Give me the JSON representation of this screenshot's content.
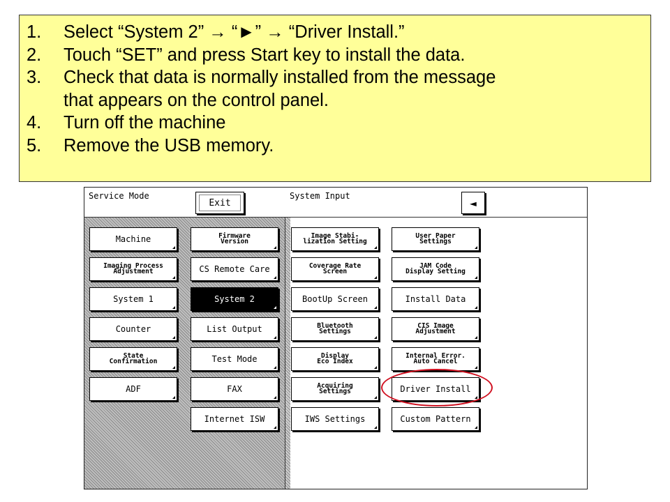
{
  "instructions": [
    {
      "num": "1.",
      "text": "Select “System 2” → “►” → “Driver Install.”"
    },
    {
      "num": "2.",
      "text": "Touch “SET” and press Start key to install the data."
    },
    {
      "num": "3.",
      "text": "Check that data is normally installed from the message"
    },
    {
      "num": "",
      "text": "that appears on the control panel."
    },
    {
      "num": "4.",
      "text": "Turn off the machine"
    },
    {
      "num": "5.",
      "text": "Remove the USB memory."
    }
  ],
  "panel": {
    "title": "Service Mode",
    "exit_label": "Exit",
    "subtitle": "System Input",
    "back_glyph": "◄"
  },
  "col1": [
    "Machine",
    "Imaging Process\nAdjustment",
    "System 1",
    "Counter",
    "State\nConfirmation",
    "ADF"
  ],
  "col2": [
    "Firmware\nVersion",
    "CS Remote Care",
    "System 2",
    "List Output",
    "Test Mode",
    "FAX",
    "Internet ISW"
  ],
  "col3": [
    "Image Stabi-\nlization Setting",
    "Coverage Rate\nScreen",
    "BootUp Screen",
    "Bluetooth\nSettings",
    "Display\nEco Index",
    "Acquiring\nSettings",
    "IWS Settings"
  ],
  "col4": [
    "User Paper\nSettings",
    "JAM Code\nDisplay Setting",
    "Install Data",
    "CIS Image\nAdjustment",
    "Internal Error.\nAuto Cancel",
    "Driver Install",
    "Custom Pattern"
  ]
}
